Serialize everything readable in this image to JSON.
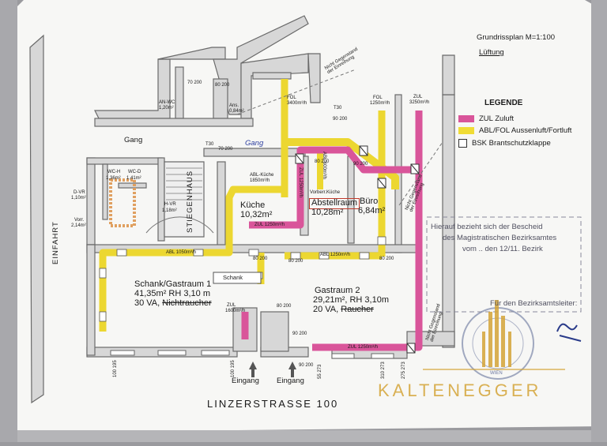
{
  "header": {
    "scale": "Grundrissplan M=1:100",
    "title": "Lüftung"
  },
  "legend": {
    "title": "LEGENDE",
    "items": [
      {
        "label": "ZUL Zuluft",
        "color": "#d9559a"
      },
      {
        "label": "ABL/FOL Aussenluft/Fortluft",
        "color": "#f0dc35"
      },
      {
        "label": "BSK Brantschutzklappe",
        "color": "#ffffff"
      }
    ]
  },
  "rooms": {
    "kueche": {
      "name": "Küche",
      "area": "10,32m²"
    },
    "abstell": {
      "name": "Abstellraum",
      "area": "10,28m²",
      "above": "Vorberr.Küche"
    },
    "buero": {
      "name": "Büro",
      "area": "6,84m²"
    },
    "schank": {
      "name": "Schank/Gastraum 1",
      "area": "41,35m²  RH 3,10 m",
      "va": "30 VA, ",
      "nr": "Nichtraucher"
    },
    "gast2": {
      "name": "Gastraum 2",
      "area": "29,21m², RH 3,10m",
      "va": "20 VA, ",
      "r": "Raucher"
    },
    "schank_counter": "Schank",
    "gang": "Gang",
    "gang_hand": "Gang",
    "stiege": "STIEGENHAUS",
    "einfahrt": "EINFAHRT",
    "an_wc": "AN-WC",
    "an_wc_a": "1,20m²",
    "ans": "Ans.",
    "ans_a": "0,84m²",
    "wch": "WC-H",
    "wch_a": "1,36m²",
    "wcd": "WC-D",
    "wcd_a": "1,41m²",
    "dvr": "D-VR",
    "dvr_a": "1,10m²",
    "hvr": "H-VR",
    "hvr_a": "1,18m²",
    "vorr": "Vorr.",
    "vorr_a": "2,14m²"
  },
  "ducts": {
    "fol_left": "FOL",
    "fol_left_v": "3400m³/h",
    "fol_right": "FOL",
    "fol_right_v": "1250m³/h",
    "zul_top": "ZUL",
    "zul_top_v": "3250m³/h",
    "abl_kueche": "ABL-Küche",
    "abl_kueche_v": "1850m³/h",
    "zul_kueche": "ZUL 1250m³/h",
    "abl_1050": "ABL 1050m³/h",
    "abl_1250": "ABL 1250m³/h",
    "zul_1600": "ZUL",
    "zul_1600_v": "1600m³/h",
    "zul_1250_bottom": "ZUL 1250m³/h",
    "t30": "T30",
    "t30b": "T30",
    "vert_zul": "ZUL 1250m³/h",
    "vert_abl": "ABL 600m³/h"
  },
  "notes": {
    "ngd_top": "Nicht Gegenstand\nder Einreihung",
    "ngd_right": "Nicht Gegenstand\nder Einreihung",
    "ngd_bottom": "Nicht Gegenstand\nder Einreihung",
    "bescheid1": "Hierauf bezieht sich der Bescheid",
    "bescheid2": "des Magistratischen Bezirksamtes",
    "bescheid3": "vom .. den 12/11. Bezirk",
    "amtsleiter": "Für den Bezirksamtsleiter:",
    "stamp": "WIEN"
  },
  "door_sizes": [
    "70 200",
    "80 200",
    "90 200",
    "70 200",
    "80 200",
    "90 200",
    "80 200",
    "80 200",
    "80 200",
    "80 200",
    "90 200",
    "90 200",
    "100 195",
    "100 195",
    "55 273",
    "310 273",
    "275 273"
  ],
  "street": "LINZERSTRASSE  100",
  "entrances": [
    "Eingang",
    "Eingang"
  ],
  "watermark": "KALTENEGGER"
}
